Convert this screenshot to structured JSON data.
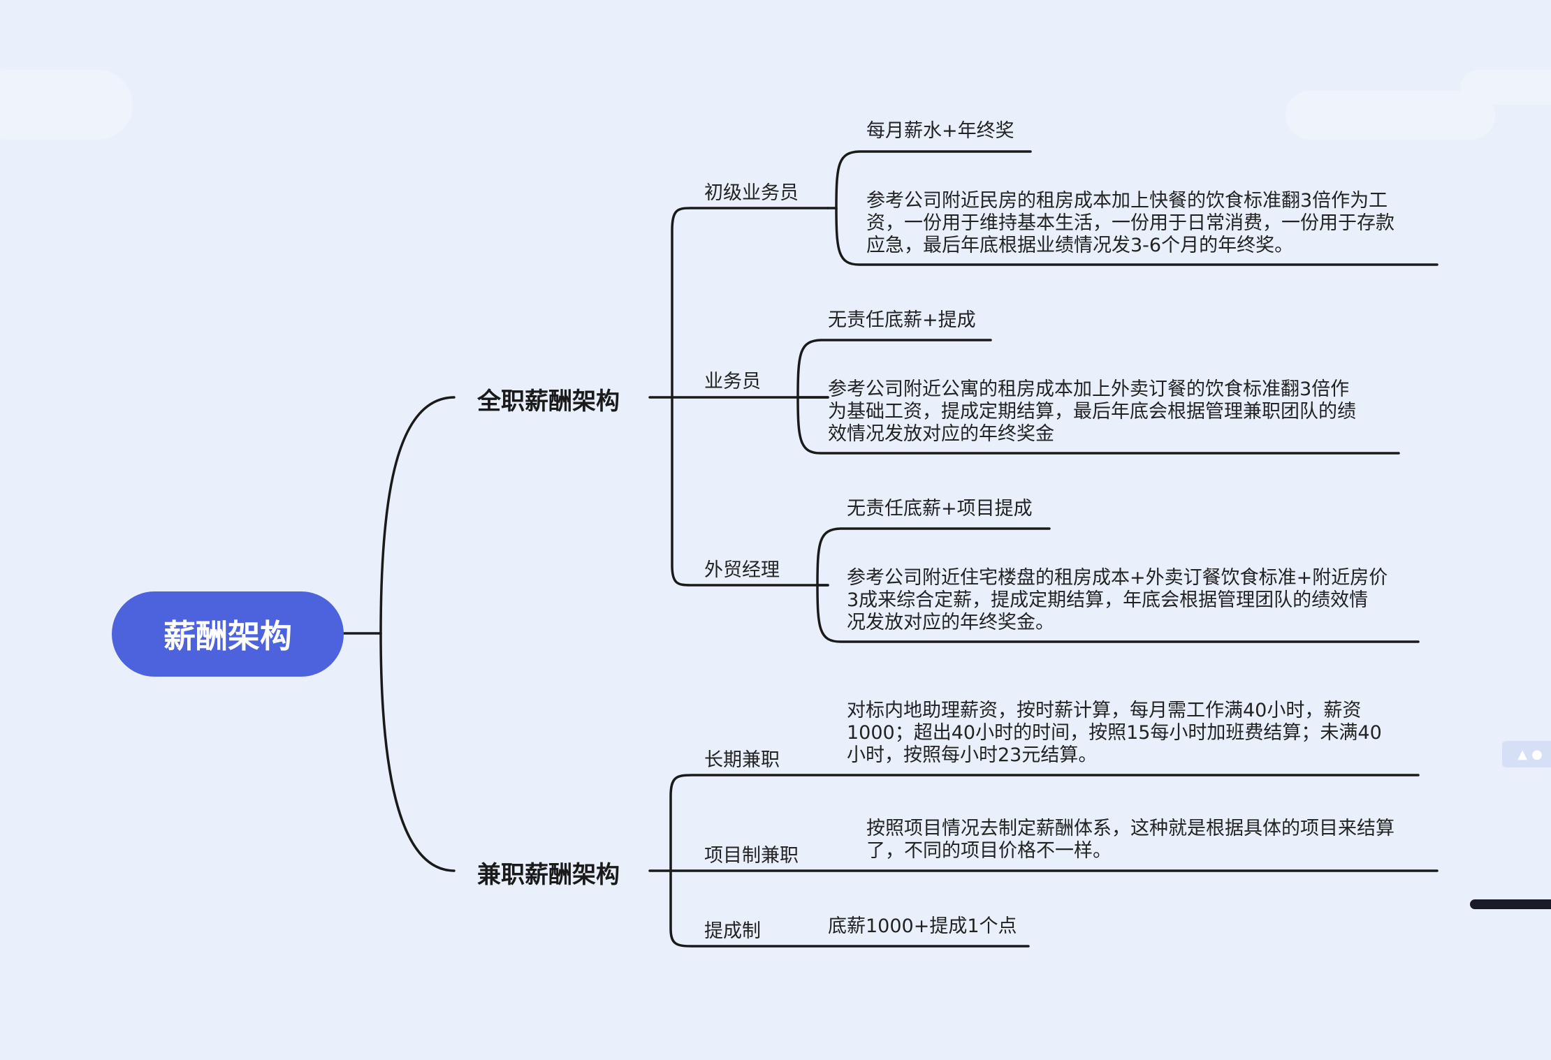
{
  "root": {
    "label": "薪酬架构"
  },
  "branches": [
    {
      "label": "全职薪酬架构",
      "children": [
        {
          "label": "初级业务员",
          "items": [
            "每月薪水+年终奖",
            "参考公司附近民房的租房成本加上快餐的饮食标准翻3倍作为工\n资，一份用于维持基本生活，一份用于日常消费，一份用于存款\n应急，最后年底根据业绩情况发3-6个月的年终奖。"
          ]
        },
        {
          "label": "业务员",
          "items": [
            "无责任底薪+提成",
            "参考公司附近公寓的租房成本加上外卖订餐的饮食标准翻3倍作\n为基础工资，提成定期结算，最后年底会根据管理兼职团队的绩\n效情况发放对应的年终奖金"
          ]
        },
        {
          "label": "外贸经理",
          "items": [
            "无责任底薪+项目提成",
            "参考公司附近住宅楼盘的租房成本+外卖订餐饮食标准+附近房价\n3成来综合定薪，提成定期结算，年底会根据管理团队的绩效情\n况发放对应的年终奖金。"
          ]
        }
      ]
    },
    {
      "label": "兼职薪酬架构",
      "children": [
        {
          "label": "长期兼职",
          "items": [
            "对标内地助理薪资，按时薪计算，每月需工作满40小时，薪资\n1000；超出40小时的时间，按照15每小时加班费结算；未满40\n小时，按照每小时23元结算。"
          ]
        },
        {
          "label": "项目制兼职",
          "items": [
            "按照项目情况去制定薪酬体系，这种就是根据具体的项目来结算\n了，不同的项目价格不一样。"
          ]
        },
        {
          "label": "提成制",
          "items": [
            "底薪1000+提成1个点"
          ]
        }
      ]
    }
  ],
  "colors": {
    "root_fill": "#4d63dd",
    "line": "#1a1a1a",
    "background": "#e9effb"
  }
}
